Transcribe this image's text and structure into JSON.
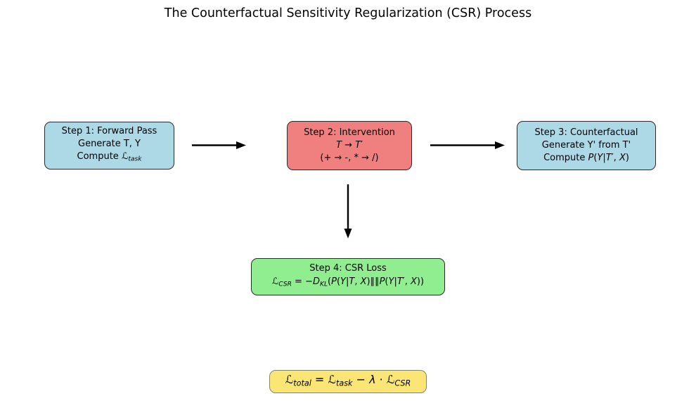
{
  "title": "The Counterfactual Sensitivity Regularization (CSR) Process",
  "colors": {
    "background": "#FFFFFF",
    "text": "#000000",
    "step_blue_fill": "#ADD8E6",
    "step_red_fill": "#F08080",
    "step_green_fill": "#90EE90",
    "formula_yellow_fill": "#FBE575",
    "box_border": "#2B2B2B",
    "formula_border": "#85856E",
    "arrow": "#000000"
  },
  "steps": {
    "step1": {
      "line1": [
        {
          "t": "Step 1: Forward Pass"
        }
      ],
      "line2": [
        {
          "t": "Generate T, Y"
        }
      ],
      "line3": [
        {
          "t": "Compute "
        },
        {
          "t": "ℒ",
          "k": "i"
        },
        {
          "t": "task",
          "k": "si"
        }
      ]
    },
    "step2": {
      "line1": [
        {
          "t": "Step 2: Intervention"
        }
      ],
      "line2": [
        {
          "t": "T",
          "k": "i"
        },
        {
          "t": " → "
        },
        {
          "t": "T",
          "k": "i"
        },
        {
          "t": "′"
        }
      ],
      "line3": [
        {
          "t": "(+ → -, * → /)"
        }
      ]
    },
    "step3": {
      "line1": [
        {
          "t": "Step 3: Counterfactual"
        }
      ],
      "line2": [
        {
          "t": "Generate Y' from T'"
        }
      ],
      "line3": [
        {
          "t": "Compute "
        },
        {
          "t": "P",
          "k": "i"
        },
        {
          "t": "("
        },
        {
          "t": "Y",
          "k": "i"
        },
        {
          "t": "|"
        },
        {
          "t": "T",
          "k": "i"
        },
        {
          "t": "′"
        },
        {
          "t": ", "
        },
        {
          "t": "X",
          "k": "i"
        },
        {
          "t": ")"
        }
      ]
    },
    "step4": {
      "line1": [
        {
          "t": "Step 4: CSR Loss"
        }
      ],
      "line2": [
        {
          "t": "ℒ",
          "k": "i"
        },
        {
          "t": "CSR",
          "k": "si"
        },
        {
          "t": " = −"
        },
        {
          "t": "D",
          "k": "i"
        },
        {
          "t": "KL",
          "k": "si"
        },
        {
          "t": "("
        },
        {
          "t": "P",
          "k": "i"
        },
        {
          "t": "("
        },
        {
          "t": "Y",
          "k": "i"
        },
        {
          "t": "|"
        },
        {
          "t": "T",
          "k": "i"
        },
        {
          "t": ", "
        },
        {
          "t": "X",
          "k": "i"
        },
        {
          "t": ")"
        },
        {
          "t": "∥∥"
        },
        {
          "t": "P",
          "k": "i"
        },
        {
          "t": "("
        },
        {
          "t": "Y",
          "k": "i"
        },
        {
          "t": "|"
        },
        {
          "t": "T",
          "k": "i"
        },
        {
          "t": "′"
        },
        {
          "t": ", "
        },
        {
          "t": "X",
          "k": "i"
        },
        {
          "t": ")"
        },
        {
          "t": ")"
        }
      ]
    }
  },
  "total_formula": [
    {
      "t": "ℒ",
      "k": "i"
    },
    {
      "t": "total",
      "k": "si"
    },
    {
      "t": " = "
    },
    {
      "t": "ℒ",
      "k": "i"
    },
    {
      "t": "task",
      "k": "si"
    },
    {
      "t": " − "
    },
    {
      "t": "λ",
      "k": "i"
    },
    {
      "t": " · "
    },
    {
      "t": "ℒ",
      "k": "i"
    },
    {
      "t": "CSR",
      "k": "si"
    }
  ]
}
